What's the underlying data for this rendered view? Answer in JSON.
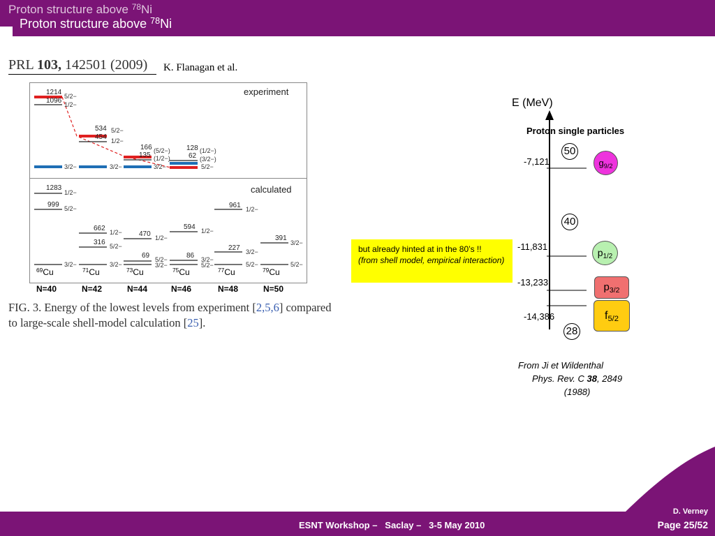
{
  "header": {
    "title_prefix": "Proton structure above ",
    "title_sup": "78",
    "title_suffix": "Ni"
  },
  "citation": {
    "journal": "PRL",
    "volume": "103,",
    "pages": "142501 (2009)",
    "authors": "K. Flanagan et al."
  },
  "figure": {
    "experiment_label": "experiment",
    "calculated_label": "calculated",
    "isotopes": [
      {
        "mass": "69",
        "el": "Cu"
      },
      {
        "mass": "71",
        "el": "Cu"
      },
      {
        "mass": "73",
        "el": "Cu"
      },
      {
        "mass": "75",
        "el": "Cu"
      },
      {
        "mass": "77",
        "el": "Cu"
      },
      {
        "mass": "79",
        "el": "Cu"
      }
    ],
    "neutron_numbers": [
      "N=40",
      "N=42",
      "N=44",
      "N=46",
      "N=48",
      "N=50"
    ],
    "experiment_levels": [
      {
        "iso": 0,
        "energy": "1214",
        "spin": "5/2−",
        "color": "#e02020"
      },
      {
        "iso": 0,
        "energy": "1096",
        "spin": "1/2−",
        "color": "#222222"
      },
      {
        "iso": 0,
        "energy": "",
        "spin": "3/2−",
        "color": "#1f6fb5"
      },
      {
        "iso": 1,
        "energy": "534",
        "spin": "5/2−",
        "color": "#e02020"
      },
      {
        "iso": 1,
        "energy": "454",
        "spin": "1/2−",
        "color": "#222222"
      },
      {
        "iso": 1,
        "energy": "",
        "spin": "3/2−",
        "color": "#1f6fb5"
      },
      {
        "iso": 2,
        "energy": "166",
        "spin": "(5/2−)",
        "color": "#e02020"
      },
      {
        "iso": 2,
        "energy": "135",
        "spin": "(1/2−)",
        "color": "#222222"
      },
      {
        "iso": 2,
        "energy": "",
        "spin": "3/2−",
        "color": "#1f6fb5"
      },
      {
        "iso": 3,
        "energy": "128",
        "spin": "(1/2−)",
        "color": "#222222"
      },
      {
        "iso": 3,
        "energy": "62",
        "spin": "(3/2−)",
        "color": "#1f6fb5"
      },
      {
        "iso": 3,
        "energy": "",
        "spin": "5/2−",
        "color": "#e02020"
      }
    ],
    "calculated_levels": [
      {
        "iso": 0,
        "energy": "1283",
        "spin": "1/2−"
      },
      {
        "iso": 0,
        "energy": "999",
        "spin": "5/2−"
      },
      {
        "iso": 0,
        "energy": "",
        "spin": "3/2−"
      },
      {
        "iso": 1,
        "energy": "662",
        "spin": "1/2−"
      },
      {
        "iso": 1,
        "energy": "316",
        "spin": "5/2−"
      },
      {
        "iso": 1,
        "energy": "",
        "spin": "3/2−"
      },
      {
        "iso": 2,
        "energy": "470",
        "spin": "1/2−"
      },
      {
        "iso": 2,
        "energy": "69",
        "spin": "5/2−"
      },
      {
        "iso": 2,
        "energy": "",
        "spin": "3/2−"
      },
      {
        "iso": 3,
        "energy": "594",
        "spin": "1/2−"
      },
      {
        "iso": 3,
        "energy": "86",
        "spin": "3/2−"
      },
      {
        "iso": 3,
        "energy": "",
        "spin": "5/2−"
      },
      {
        "iso": 4,
        "energy": "961",
        "spin": "1/2−"
      },
      {
        "iso": 4,
        "energy": "227",
        "spin": "3/2−"
      },
      {
        "iso": 4,
        "energy": "",
        "spin": "5/2−"
      },
      {
        "iso": 5,
        "energy": "391",
        "spin": "3/2−"
      },
      {
        "iso": 5,
        "energy": "",
        "spin": "5/2−"
      }
    ],
    "caption_prefix": "FIG. 3.   Energy of the lowest levels from experiment [",
    "caption_ref1": "2,5,6",
    "caption_middle": "] compared to large-scale shell-model calculation [",
    "caption_ref2": "25",
    "caption_suffix": "]."
  },
  "note": {
    "line1": "but already hinted at in the 80’s !!",
    "line2": "(from shell model, empirical interaction)"
  },
  "energy_diagram": {
    "axis_label": "E (MeV)",
    "subtitle": "Proton single particles",
    "values": [
      "-7,121",
      "-11,831",
      "-13,233",
      "-14,386"
    ],
    "magic_numbers": [
      "50",
      "40",
      "28"
    ],
    "orbitals": [
      {
        "l": "g",
        "j": "9/2",
        "color": "#ee33dd"
      },
      {
        "l": "p",
        "j": "1/2",
        "color": "#b8f0b0"
      },
      {
        "l": "p",
        "j": "3/2",
        "color": "#f07070"
      },
      {
        "l": "f",
        "j": "5/2",
        "color": "#ffcc11"
      }
    ],
    "source_line1": "From Ji et Wildenthal",
    "source_line2a": "Phys. Rev. C ",
    "source_line2b": "38",
    "source_line2c": ", 2849",
    "source_line3": "(1988)"
  },
  "footer": {
    "event": "ESNT Workshop –   Saclay –   3-5 May 2010",
    "author": "D. Verney",
    "page": "Page 25/52"
  }
}
